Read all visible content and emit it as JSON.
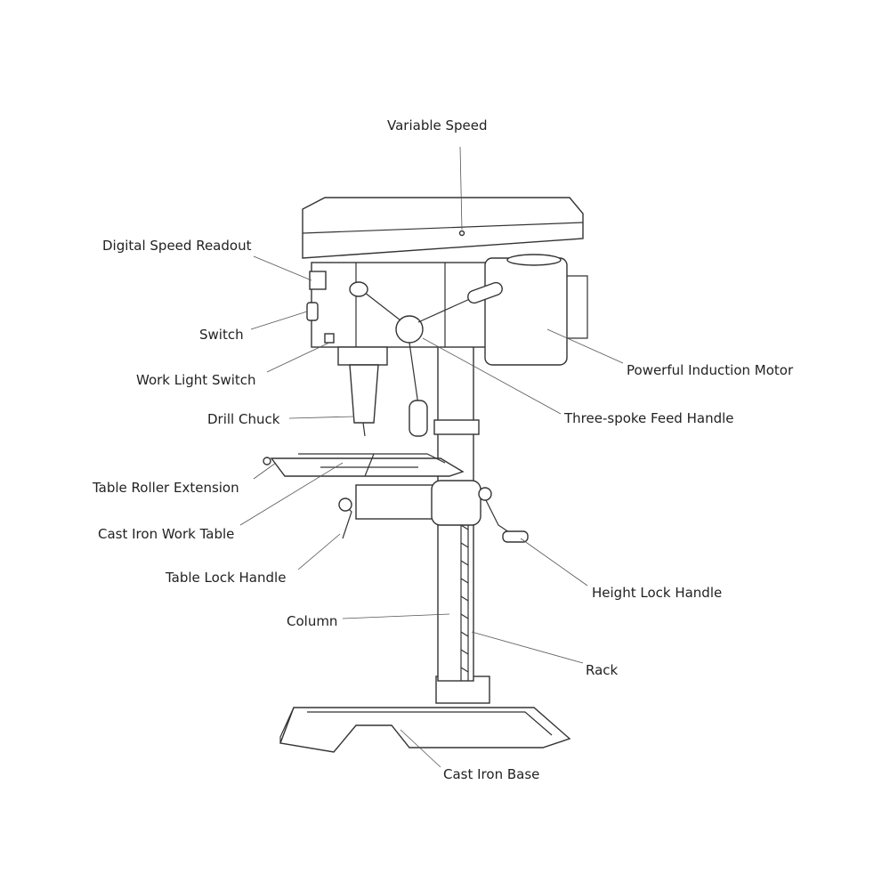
{
  "title": "Drill Press Parts Diagram",
  "labels": {
    "variable_speed": "Variable Speed",
    "digital_speed_readout": "Digital Speed Readout",
    "switch": "Switch",
    "work_light_switch": "Work Light Switch",
    "drill_chuck": "Drill Chuck",
    "table_roller_extension": "Table Roller Extension",
    "cast_iron_work_table": "Cast Iron Work Table",
    "table_lock_handle": "Table Lock Handle",
    "column": "Column",
    "powerful_induction_motor": "Powerful Induction Motor",
    "three_spoke_feed_handle": "Three-spoke Feed Handle",
    "height_lock_handle": "Height Lock Handle",
    "rack": "Rack",
    "cast_iron_base": "Cast Iron Base"
  }
}
